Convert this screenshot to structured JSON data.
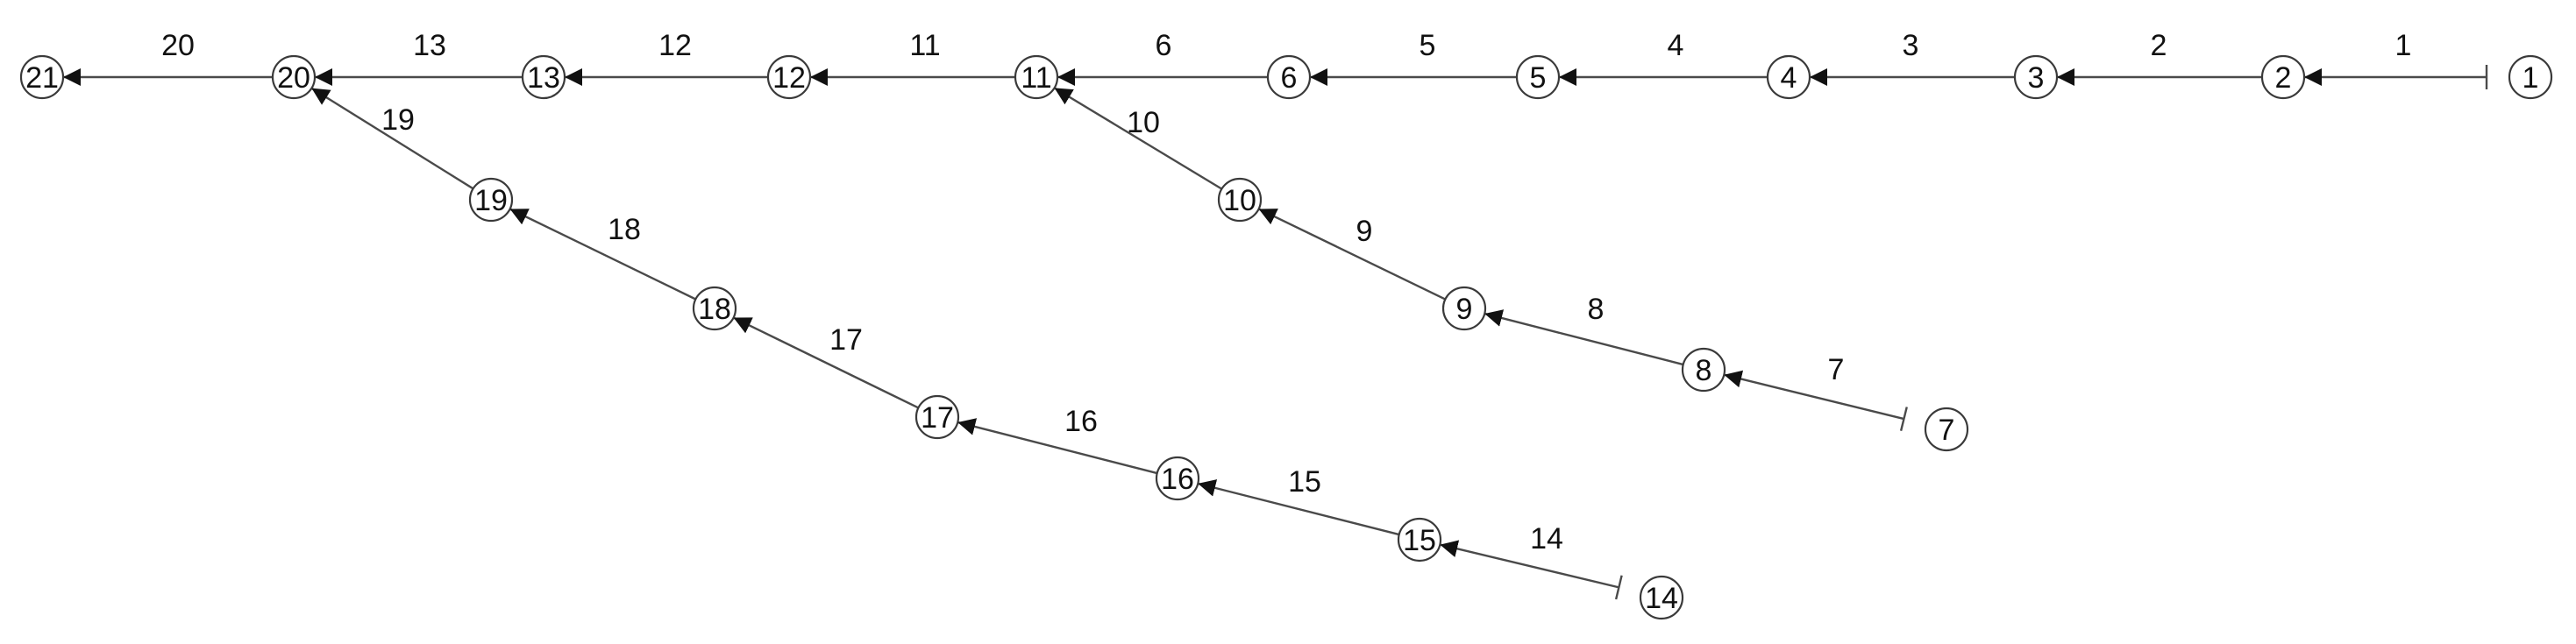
{
  "nodes": [
    {
      "id": "1",
      "label": "1"
    },
    {
      "id": "2",
      "label": "2"
    },
    {
      "id": "3",
      "label": "3"
    },
    {
      "id": "4",
      "label": "4"
    },
    {
      "id": "5",
      "label": "5"
    },
    {
      "id": "6",
      "label": "6"
    },
    {
      "id": "11",
      "label": "11"
    },
    {
      "id": "12",
      "label": "12"
    },
    {
      "id": "13",
      "label": "13"
    },
    {
      "id": "20",
      "label": "20"
    },
    {
      "id": "21",
      "label": "21"
    },
    {
      "id": "7",
      "label": "7"
    },
    {
      "id": "8",
      "label": "8"
    },
    {
      "id": "9",
      "label": "9"
    },
    {
      "id": "10",
      "label": "10"
    },
    {
      "id": "14",
      "label": "14"
    },
    {
      "id": "15",
      "label": "15"
    },
    {
      "id": "16",
      "label": "16"
    },
    {
      "id": "17",
      "label": "17"
    },
    {
      "id": "18",
      "label": "18"
    },
    {
      "id": "19",
      "label": "19"
    }
  ],
  "edges": [
    {
      "from": "1",
      "to": "2",
      "label": "1"
    },
    {
      "from": "2",
      "to": "3",
      "label": "2"
    },
    {
      "from": "3",
      "to": "4",
      "label": "3"
    },
    {
      "from": "4",
      "to": "5",
      "label": "4"
    },
    {
      "from": "5",
      "to": "6",
      "label": "5"
    },
    {
      "from": "6",
      "to": "11",
      "label": "6"
    },
    {
      "from": "11",
      "to": "12",
      "label": "11"
    },
    {
      "from": "12",
      "to": "13",
      "label": "12"
    },
    {
      "from": "13",
      "to": "20",
      "label": "13"
    },
    {
      "from": "20",
      "to": "21",
      "label": "20"
    },
    {
      "from": "7",
      "to": "8",
      "label": "7"
    },
    {
      "from": "8",
      "to": "9",
      "label": "8"
    },
    {
      "from": "9",
      "to": "10",
      "label": "9"
    },
    {
      "from": "10",
      "to": "11",
      "label": "10"
    },
    {
      "from": "14",
      "to": "15",
      "label": "14"
    },
    {
      "from": "15",
      "to": "16",
      "label": "15"
    },
    {
      "from": "16",
      "to": "17",
      "label": "16"
    },
    {
      "from": "17",
      "to": "18",
      "label": "17"
    },
    {
      "from": "18",
      "to": "19",
      "label": "18"
    },
    {
      "from": "19",
      "to": "20",
      "label": "19"
    }
  ],
  "sources": [
    "1",
    "7",
    "14"
  ]
}
